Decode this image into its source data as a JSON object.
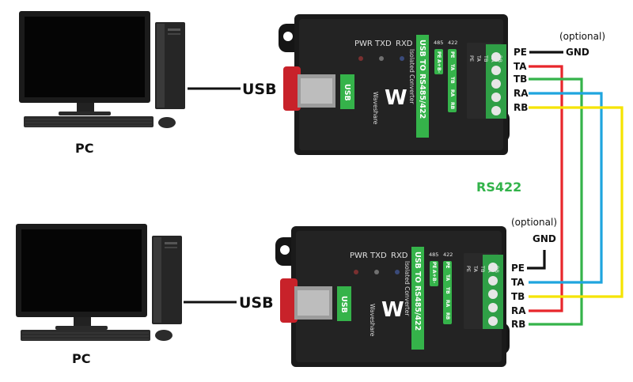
{
  "labels": {
    "pc_top": "PC",
    "pc_bottom": "PC",
    "usb_top": "USB",
    "usb_bottom": "USB",
    "rs422": "RS422",
    "optional_top": "(optional)",
    "optional_bottom": "(optional)",
    "gnd_top": "GND",
    "gnd_bottom": "GND"
  },
  "device": {
    "pwr": "PWR",
    "txd": "TXD",
    "rxd": "RXD",
    "usb_port": "USB",
    "brand": "Waveshare",
    "model": "USB TO RS485/422",
    "subtitle": "Isolated Converter",
    "mode_485": "485",
    "mode_422": "422",
    "pins_485": [
      "PE",
      "A+",
      "B-"
    ],
    "pins_422": [
      "PE",
      "TA",
      "TB",
      "RA",
      "RB"
    ],
    "terminal": [
      "PE",
      "TA",
      "TB",
      "RA",
      "RB"
    ]
  },
  "top_terminals": [
    "PE",
    "TA",
    "TB",
    "RA",
    "RB"
  ],
  "bottom_terminals": [
    "PE",
    "TA",
    "TB",
    "RA",
    "RB"
  ],
  "colors": {
    "TA": "#e8262b",
    "TB": "#35b34a",
    "RA": "#1fa5de",
    "RB": "#f5e400",
    "module_green": "#35b34a",
    "label_green": "#32b34a"
  }
}
